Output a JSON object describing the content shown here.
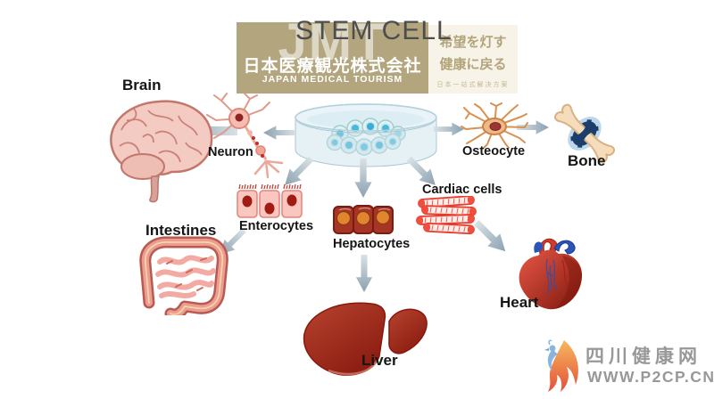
{
  "title": "STEM CELL",
  "logo": {
    "monogram": "JMT",
    "company_jp": "日本医療観光株式会社",
    "company_en": "JAPAN MEDICAL TOURISM",
    "tagline_line1": "希望を灯す",
    "tagline_line2": "健康に戻る",
    "tagline_sub": "日本一站式解决方案"
  },
  "labels": {
    "brain": "Brain",
    "neuron": "Neuron",
    "intestines": "Intestines",
    "enterocytes": "Enterocytes",
    "hepatocytes": "Hepatocytes",
    "cardiac_cells": "Cardiac cells",
    "osteocyte": "Osteocyte",
    "bone": "Bone",
    "heart": "Heart",
    "liver": "Liver"
  },
  "watermark": {
    "site_name": "四川健康网",
    "site_url": "WWW.P2CP.CN"
  },
  "colors": {
    "logo_tan": "#b3a67e",
    "logo_cream": "#f7f3e9",
    "title_gray": "#4d4d4d",
    "arrow_light": "#d9e1e6",
    "arrow_dark": "#8ba1af",
    "watermark_gray": "#989898"
  }
}
